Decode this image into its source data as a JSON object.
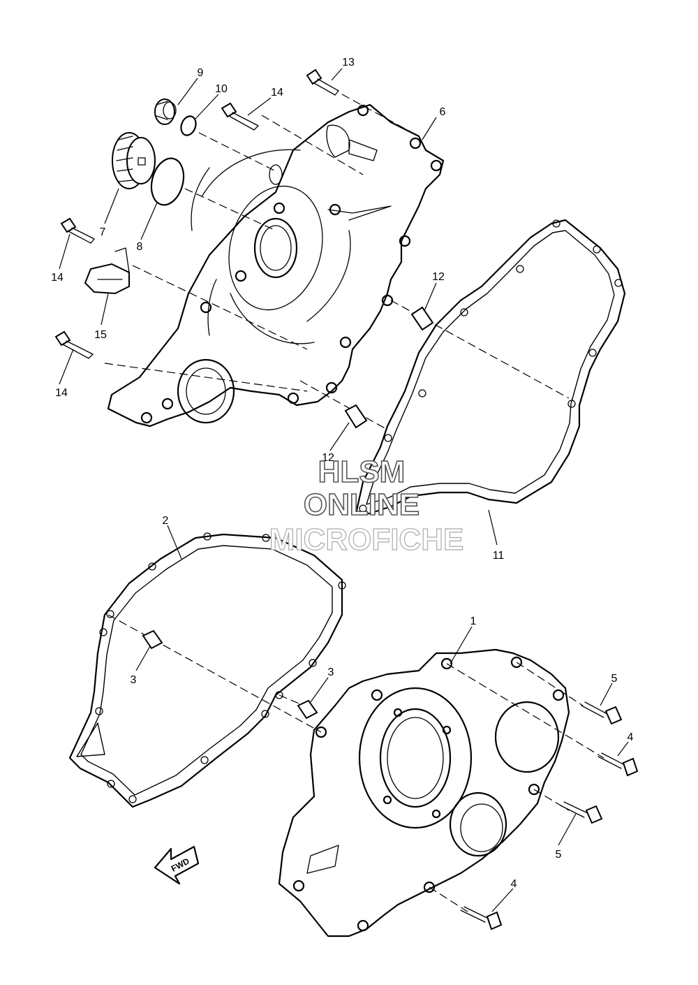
{
  "watermark": {
    "line1": "HLSM",
    "line2": "ONLINE",
    "line3": "MICROFICHE"
  },
  "direction_label": "FWD",
  "callouts": {
    "c1": "1",
    "c2": "2",
    "c3a": "3",
    "c3b": "3",
    "c4a": "4",
    "c4b": "4",
    "c5a": "5",
    "c5b": "5",
    "c6": "6",
    "c7": "7",
    "c8": "8",
    "c9": "9",
    "c10": "10",
    "c11": "11",
    "c12a": "12",
    "c12b": "12",
    "c13": "13",
    "c14a": "14",
    "c14b": "14",
    "c14c": "14",
    "c15": "15"
  }
}
